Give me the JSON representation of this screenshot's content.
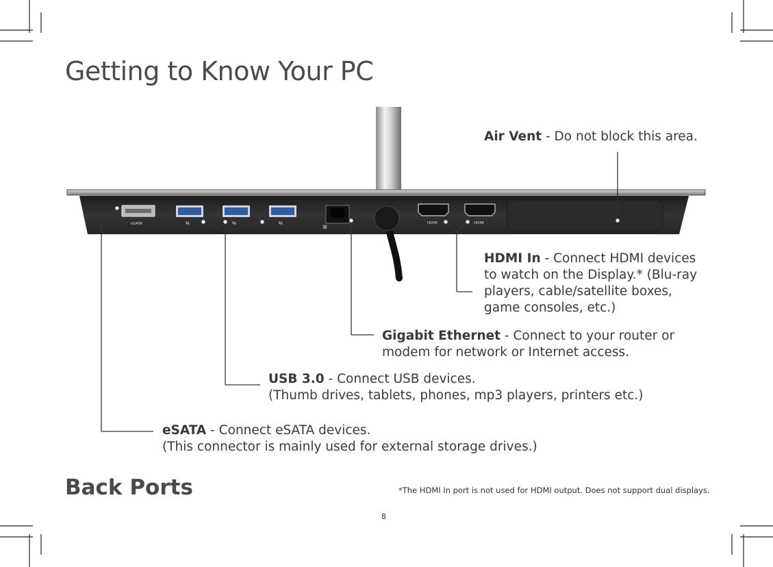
{
  "page": {
    "title": "Getting to Know Your PC",
    "section_title": "Back Ports",
    "footnote": "*The HDMI In port is not used for HDMI output. Does not support dual displays.",
    "page_number": "8"
  },
  "ports": {
    "esata_label": "eSATA",
    "hdmi_label_1": "HDMI",
    "hdmi_label_2": "HDMI",
    "usb_count": 3
  },
  "callouts": {
    "air_vent": {
      "name": "Air Vent",
      "text": " - Do not block this area."
    },
    "hdmi_in": {
      "name": "HDMI In",
      "text_1": " - Connect HDMI devices",
      "line_2": "to watch on the Display.*  (Blu-ray",
      "line_3": "players, cable/satellite boxes,",
      "line_4": "game consoles, etc.)"
    },
    "ethernet": {
      "name": "Gigabit Ethernet",
      "text_1": " - Connect to your router or",
      "line_2": "modem for network or Internet access."
    },
    "usb": {
      "name": "USB 3.0",
      "text_1": " - Connect USB devices.",
      "line_2": "(Thumb drives, tablets, phones, mp3 players, printers etc.)"
    },
    "esata": {
      "name": "eSATA",
      "text_1": " - Connect eSATA devices.",
      "line_2": "(This connector is mainly used for external storage drives.)"
    }
  },
  "colors": {
    "usb_blue": "#2f5ea8",
    "panel_dark": "#2b2b2b",
    "text": "#3a3a3a"
  }
}
